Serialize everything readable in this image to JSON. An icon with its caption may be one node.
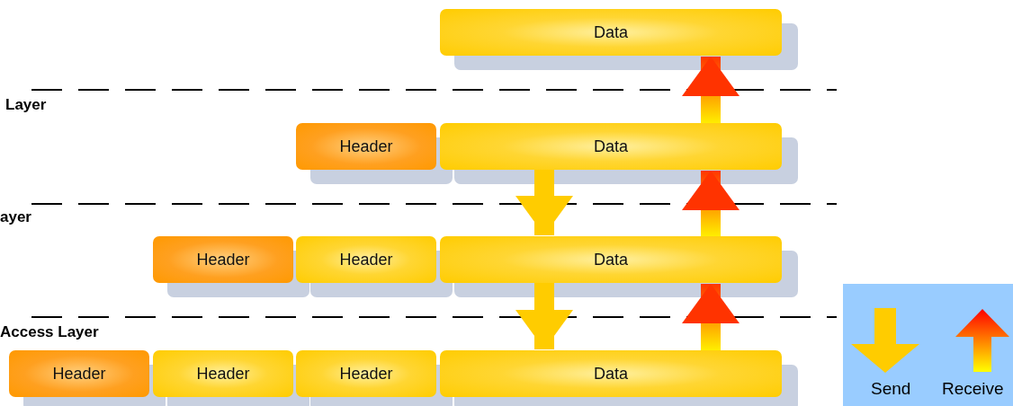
{
  "diagram": {
    "nodes": [
      {
        "text": [
          "Data"
        ]
      },
      {
        "text": [
          "Header"
        ]
      },
      {
        "text": [
          "Data"
        ]
      },
      {
        "text": [
          "Header"
        ]
      },
      {
        "text": [
          "Header"
        ]
      },
      {
        "text": [
          "Data"
        ]
      },
      {
        "text": [
          "Header"
        ]
      },
      {
        "text": [
          "Header"
        ]
      },
      {
        "text": [
          "Header"
        ]
      },
      {
        "text": [
          "Data"
        ]
      }
    ],
    "edges": [
      {
        "from": 2,
        "to": 5,
        "arrow": "to",
        "color": "#ffcc00"
      },
      {
        "from": 5,
        "to": 9,
        "arrow": "to",
        "color": "#ffcc00"
      },
      {
        "from": 9,
        "to": 5,
        "arrow": "to",
        "color": "#ff3300"
      },
      {
        "from": 5,
        "to": 2,
        "arrow": "to",
        "color": "#ff3300"
      },
      {
        "from": 2,
        "to": 0,
        "arrow": "to",
        "color": "#ff3300"
      }
    ],
    "labels": [
      "Layer",
      "ayer",
      "Access Layer"
    ],
    "legend": [
      {
        "text": "Send"
      },
      {
        "text": "Receive"
      }
    ]
  }
}
